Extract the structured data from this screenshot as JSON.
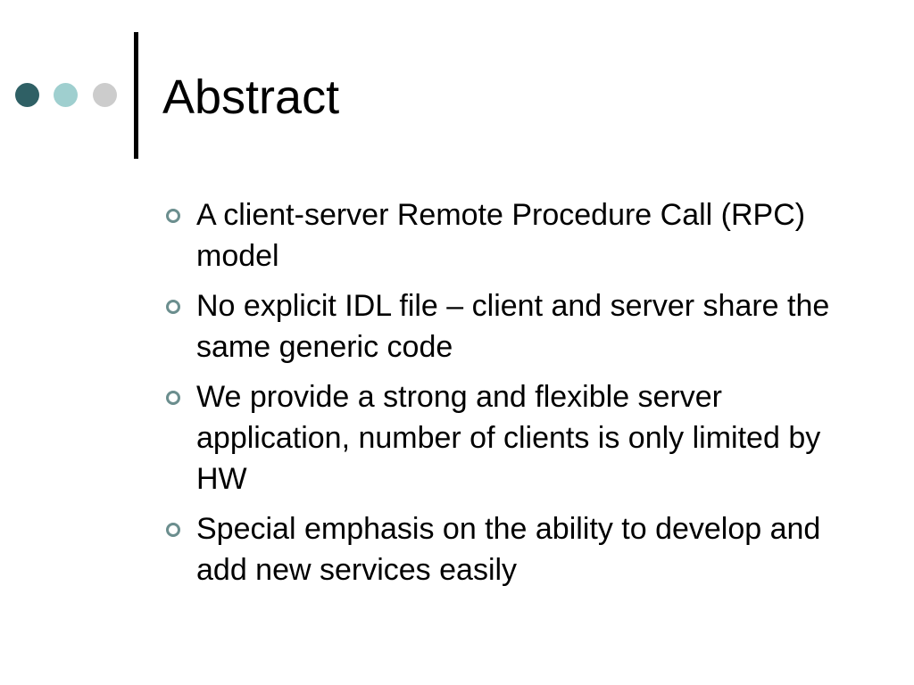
{
  "slide": {
    "title": "Abstract",
    "bullets": [
      {
        "text": "A client-server Remote Procedure Call (RPC) model"
      },
      {
        "text": "No explicit IDL file – client and server share the same generic code"
      },
      {
        "text": "We provide a strong and flexible server application, number of clients is only limited by HW"
      },
      {
        "text": "Special emphasis on the ability to develop and add new services easily"
      }
    ]
  },
  "theme": {
    "dot_colors": [
      "#2f6065",
      "#9fcfcf",
      "#cccccc"
    ],
    "bullet_color": "#6b8e8e",
    "divider_color": "#000000"
  }
}
